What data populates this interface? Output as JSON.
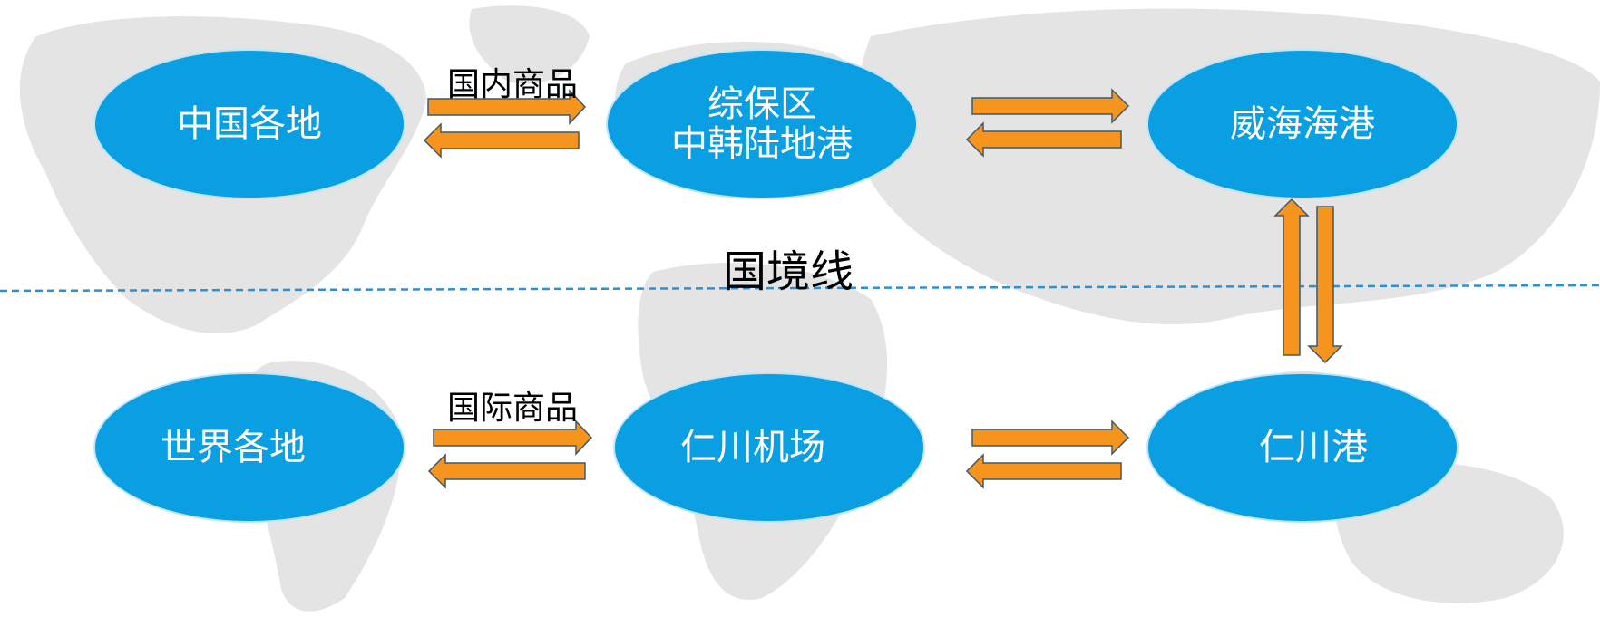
{
  "colors": {
    "node": "#0a9ee3",
    "arrow_fill": "#f7941d",
    "arrow_stroke": "#3d5a6c",
    "border_line": "#2f8fd0",
    "map": "#e4e4e4"
  },
  "nodes": {
    "china": {
      "label": "中国各地"
    },
    "zongbaoqu": {
      "line1": "综保区",
      "line2": "中韩陆地港"
    },
    "weihai": {
      "label": "威海海港"
    },
    "world": {
      "label": "世界各地"
    },
    "incheon_airport": {
      "label": "仁川机场"
    },
    "incheon_port": {
      "label": "仁川港"
    }
  },
  "labels": {
    "domestic_goods": "国内商品",
    "international_goods": "国际商品",
    "border": "国境线"
  }
}
